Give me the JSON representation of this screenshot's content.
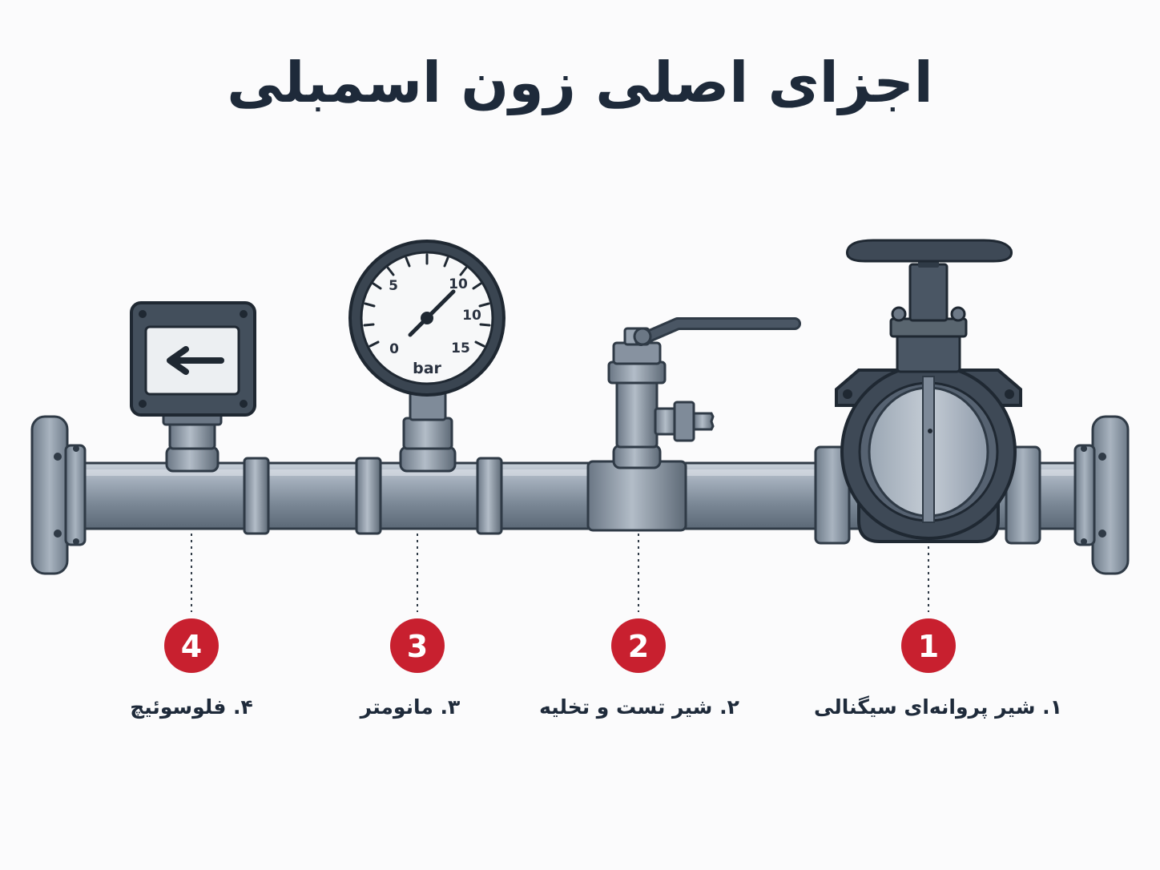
{
  "title": "اجزای اصلی زون اسمبلی",
  "gauge": {
    "unit": "bar",
    "scale_labels": [
      "0",
      "5",
      "10",
      "10",
      "15"
    ]
  },
  "components": [
    {
      "number": "1",
      "label": "۱. شیر پروانه‌ای سیگنالی",
      "icon": "butterfly-valve-icon"
    },
    {
      "number": "2",
      "label": "۲. شیر تست و تخلیه",
      "icon": "test-drain-valve-icon"
    },
    {
      "number": "3",
      "label": "۳. مانومتر",
      "icon": "pressure-gauge-icon"
    },
    {
      "number": "4",
      "label": "۴. فلوسوئیچ",
      "icon": "flow-switch-icon"
    }
  ],
  "colors": {
    "badge": "#c8202f",
    "title_text": "#1e2a3a",
    "pipe": "#8e9aa8",
    "pipe_dark": "#4a5766",
    "valve_body": "#3d4855"
  }
}
